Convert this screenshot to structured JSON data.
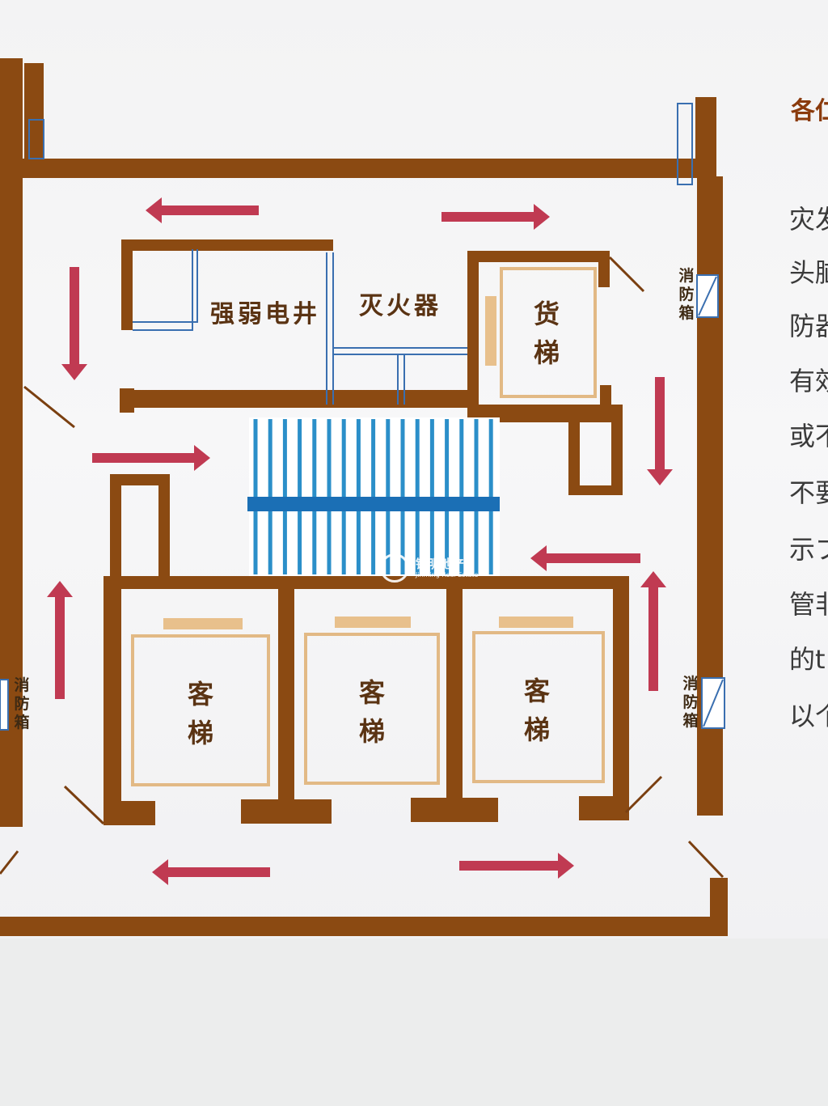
{
  "plan": {
    "rooms": {
      "electric_shaft": "强弱电井",
      "extinguisher": "灭火器",
      "freight_lift_1": "货",
      "freight_lift_2": "梯"
    },
    "passenger_lifts": [
      {
        "c1": "客",
        "c2": "梯"
      },
      {
        "c1": "客",
        "c2": "梯"
      },
      {
        "c1": "客",
        "c2": "梯"
      }
    ],
    "fire_boxes": [
      {
        "c1": "消",
        "c2": "防",
        "c3": "箱"
      },
      {
        "c1": "消",
        "c2": "防",
        "c3": "箱"
      },
      {
        "c1": "消",
        "c2": "防",
        "c3": "箱"
      }
    ],
    "evacuation_arrows": [
      "left",
      "right",
      "down",
      "right",
      "down",
      "left",
      "up",
      "up",
      "left",
      "right"
    ]
  },
  "side_panel": {
    "title": "各仁",
    "lines": [
      "灾发",
      "头脑",
      "防器",
      "有效",
      "或不",
      "不要",
      "示ブ",
      "管非",
      "的t",
      "以个"
    ]
  },
  "watermark": {
    "cn": "锦明地产",
    "en": "Jinming Real Estate"
  },
  "colors": {
    "wall": "#8b4a12",
    "arrow": "#c03a52",
    "stairs": "#2b8fc9",
    "lift_frame": "#e2b985",
    "background": "#f4f4f5"
  }
}
